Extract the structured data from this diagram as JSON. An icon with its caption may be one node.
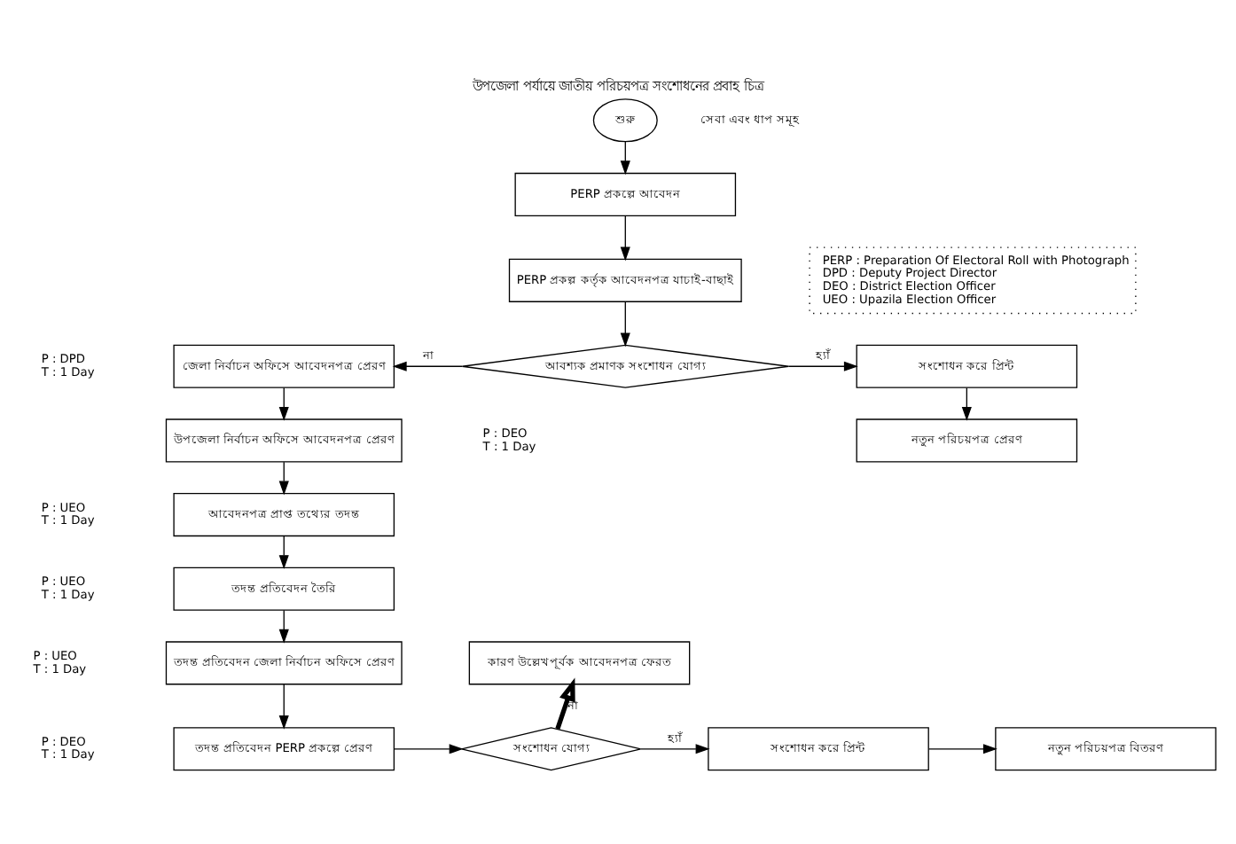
{
  "diagram": {
    "title": "উপজেলা পর্যায়ে জাতীয় পরিচয়পত্র সংশোধনের প্রবাহ চিত্র",
    "nodes": [
      {
        "text": [
          "শুরু"
        ]
      },
      {
        "text": [
          "PERP প্রকল্পে আবেদন"
        ]
      },
      {
        "text": [
          "PERP প্রকল্প কর্তৃক আবেদনপত্র যাচাই-বাছাই"
        ]
      },
      {
        "text": [
          "আবশ্যক প্রমাণক সংশোধন যোগ্য"
        ]
      },
      {
        "text": [
          "সংশোধন করে প্রিন্ট"
        ]
      },
      {
        "text": [
          "নতুন পরিচয়পত্র প্রেরণ"
        ]
      },
      {
        "text": [
          "জেলা নির্বাচন অফিসে আবেদনপত্র প্রেরণ"
        ],
        "beside": [
          "P : DPD",
          "T : 1 Day"
        ]
      },
      {
        "text": [
          "উপজেলা নির্বাচন অফিসে আবেদনপত্র প্রেরণ"
        ],
        "beside": [
          "P : DEO",
          "T : 1 Day"
        ]
      },
      {
        "text": [
          "আবেদনপত্র প্রাপ্ত তথ্যের তদন্ত"
        ],
        "beside": [
          "P : UEO",
          "T : 1 Day"
        ]
      },
      {
        "text": [
          "তদন্ত প্রতিবেদন তৈরি"
        ],
        "beside": [
          "P : UEO",
          "T : 1 Day"
        ]
      },
      {
        "text": [
          "তদন্ত প্রতিবেদন জেলা নির্বাচন অফিসে প্রেরণ"
        ],
        "beside": [
          "P : UEO",
          "T : 1 Day"
        ]
      },
      {
        "text": [
          "তদন্ত প্রতিবেদন PERP প্রকল্পে প্রেরণ"
        ],
        "beside": [
          "P : DEO",
          "T : 1 Day"
        ]
      },
      {
        "text": [
          "সংশোধন যোগ্য"
        ]
      },
      {
        "text": [
          "কারণ উল্লেখপূর্বক আবেদনপত্র ফেরত"
        ]
      },
      {
        "text": [
          "সংশোধন করে প্রিন্ট"
        ]
      },
      {
        "text": [
          "নতুন পরিচয়পত্র বিতরণ"
        ]
      }
    ],
    "edges": [
      {
        "from": 0,
        "to": 1,
        "arrow": "to"
      },
      {
        "from": 1,
        "to": 2,
        "arrow": "to"
      },
      {
        "from": 2,
        "to": 3,
        "arrow": "to"
      },
      {
        "from": 3,
        "to": 6,
        "arrow": "to",
        "label": "না"
      },
      {
        "from": 3,
        "to": 4,
        "arrow": "to",
        "label": "হ্যাঁ"
      },
      {
        "from": 4,
        "to": 5,
        "arrow": "to"
      },
      {
        "from": 6,
        "to": 7,
        "arrow": "to"
      },
      {
        "from": 7,
        "to": 8,
        "arrow": "to"
      },
      {
        "from": 8,
        "to": 9,
        "arrow": "to"
      },
      {
        "from": 9,
        "to": 10,
        "arrow": "to"
      },
      {
        "from": 10,
        "to": 11,
        "arrow": "to"
      },
      {
        "from": 11,
        "to": 12,
        "arrow": "to"
      },
      {
        "from": 12,
        "to": 13,
        "arrow": "to",
        "label": "না",
        "style": "thick"
      },
      {
        "from": 12,
        "to": 14,
        "arrow": "to",
        "label": "হ্যাঁ"
      },
      {
        "from": 14,
        "to": 15,
        "arrow": "to"
      }
    ],
    "labels": [
      "সেবা এবং ধাপ সমূহ",
      "PERP : Preparation Of Electoral Roll with Photograph",
      "DPD : Deputy Project Director",
      "DEO : District Election Officer",
      "UEO : Upazila Election Officer"
    ]
  }
}
